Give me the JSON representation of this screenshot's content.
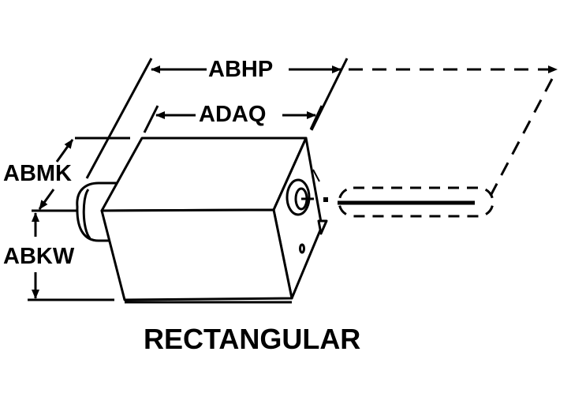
{
  "dimensions": {
    "overall_length": "ABHP",
    "body_length": "ADAQ",
    "upper_height": "ABMK",
    "lower_height": "ABKW"
  },
  "caption": "RECTANGULAR",
  "colors": {
    "line": "#000000",
    "background": "#ffffff"
  }
}
